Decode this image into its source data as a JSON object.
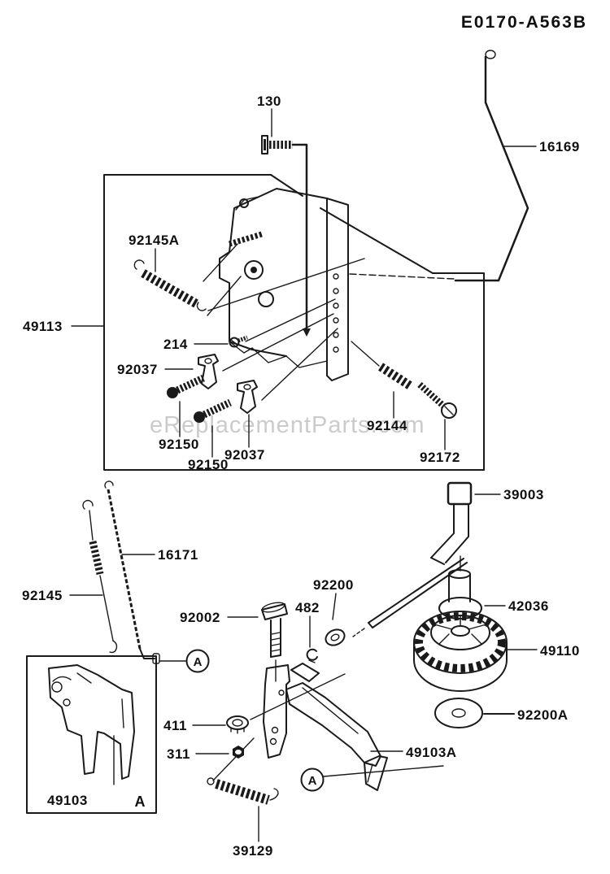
{
  "page": {
    "title": "E0170-A563B",
    "watermark": "eReplacementParts.com"
  },
  "labels": {
    "b130": "130",
    "r16169": "16169",
    "s92145a": "92145A",
    "box49113": "49113",
    "s214": "214",
    "c92037_1": "92037",
    "b92150_1": "92150",
    "b92150_2": "92150",
    "c92037_2": "92037",
    "sp92144": "92144",
    "b92172": "92172",
    "r39003": "39003",
    "r16171": "16171",
    "sp92145": "92145",
    "w92200": "92200",
    "c482": "482",
    "b92002": "92002",
    "c42036": "42036",
    "g49110": "49110",
    "w92200a": "92200A",
    "w411": "411",
    "n311": "311",
    "p49103a": "49103A",
    "p49103": "49103",
    "sp39129": "39129",
    "view_a": "A"
  }
}
